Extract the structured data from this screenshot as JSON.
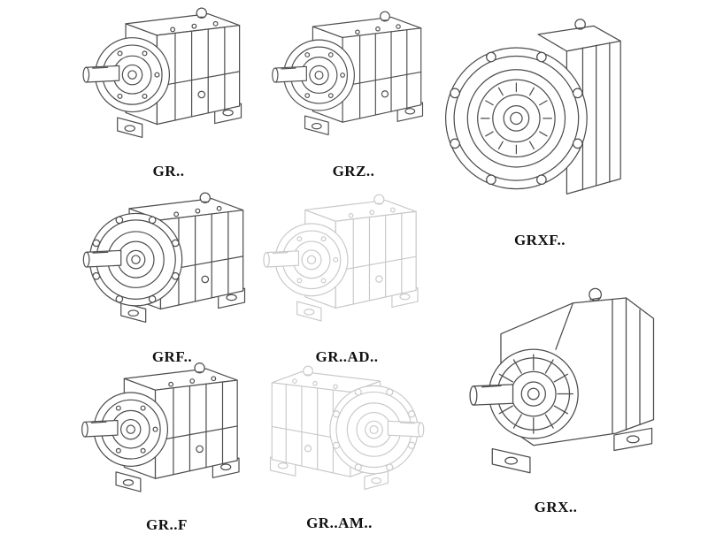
{
  "page": {
    "background": "#ffffff"
  },
  "colors": {
    "line": "#4d4d4d",
    "phantom_line": "#c9c9c9",
    "label": "#111111"
  },
  "figures": [
    {
      "id": "gr",
      "label": "GR..",
      "style": "solid"
    },
    {
      "id": "grz",
      "label": "GRZ..",
      "style": "solid"
    },
    {
      "id": "grxf",
      "label": "GRXF..",
      "style": "solid"
    },
    {
      "id": "grf",
      "label": "GRF..",
      "style": "solid"
    },
    {
      "id": "grad",
      "label": "GR..AD..",
      "style": "phantom"
    },
    {
      "id": "grx",
      "label": "GRX..",
      "style": "solid"
    },
    {
      "id": "grff",
      "label": "GR..F",
      "style": "solid"
    },
    {
      "id": "gram",
      "label": "GR..AM..",
      "style": "phantom"
    }
  ]
}
